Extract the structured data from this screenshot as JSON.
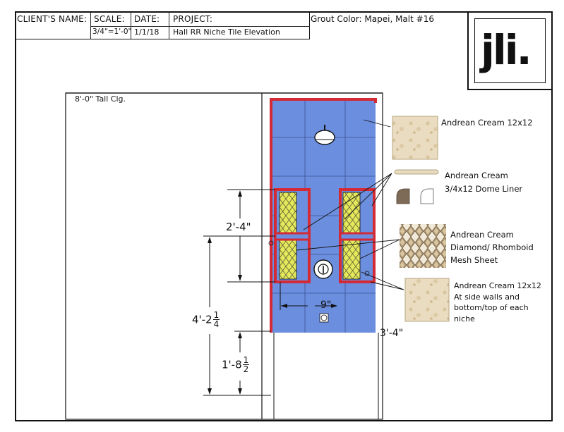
{
  "title_block": {
    "client_label": "CLIENT'S NAME:",
    "client_value": "",
    "scale_label": "SCALE:",
    "scale_value": "3/4\"=1'-0\"",
    "date_label": "DATE:",
    "date_value": "1/1/18",
    "project_label": "PROJECT:",
    "project_value": "Hall RR Niche Tile Elevation",
    "grout_note": "Grout Color: Mapei, Malt #16",
    "logo_text": "jli."
  },
  "drawing": {
    "ceiling_note": "8'-0\" Tall Clg.",
    "dim_niche_height": "2'-4\"",
    "dim_total_whole": "4'-2",
    "dim_total_num": "1",
    "dim_total_den": "4",
    "dim_bottom_whole": "1'-8",
    "dim_bottom_num": "1",
    "dim_bottom_den": "2",
    "dim_niche_width": "9\"",
    "dim_curb": "3'-4\""
  },
  "callouts": [
    {
      "lines": [
        "Andrean Cream 12x12"
      ]
    },
    {
      "lines": [
        "Andrean Cream",
        "3/4x12 Dome Liner"
      ]
    },
    {
      "lines": [
        "Andrean Cream",
        "Diamond/ Rhomboid",
        "Mesh Sheet"
      ]
    },
    {
      "lines": [
        "Andrean Cream 12x12",
        "At side walls and",
        "bottom/top of each",
        "niche"
      ]
    }
  ],
  "colors": {
    "wall_tile": "#6b8ede",
    "liner_red": "#d42a35",
    "mosaic_yellow": "#e4e85a",
    "travertine": "#e6d9bd"
  }
}
